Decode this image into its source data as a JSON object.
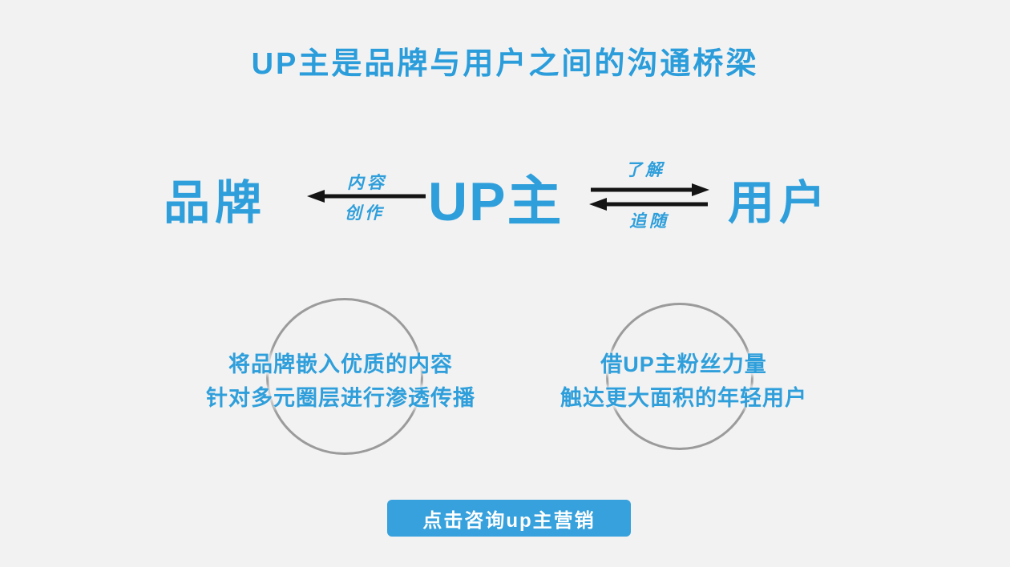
{
  "title": "UP主是品牌与用户之间的沟通桥梁",
  "bridge": {
    "brand_label": "品牌",
    "up_label": "UP主",
    "user_label": "用户",
    "content_label": "内容",
    "creation_label": "创作",
    "understand_label": "了解",
    "follow_label": "追随"
  },
  "benefits": {
    "left": {
      "line1": "将品牌嵌入优质的内容",
      "line2": "针对多元圈层进行渗透传播"
    },
    "right": {
      "line1": "借UP主粉丝力量",
      "line2": "触达更大面积的年轻用户"
    }
  },
  "cta_button": {
    "label": "点击咨询up主营销"
  },
  "colors": {
    "accent_blue": "#2f9fdb",
    "button_blue": "#36a1dc",
    "arrow_black": "#141414",
    "circle_gray": "#9b9b9b",
    "background": "#f2f2f2"
  }
}
